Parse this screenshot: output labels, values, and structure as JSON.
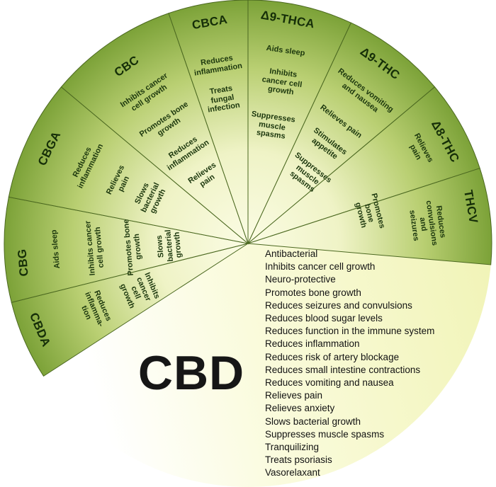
{
  "wheel": {
    "sectors": [
      {
        "name": "Δ9-THCA",
        "effects": [
          "Aids sleep",
          "Inhibits\ncancer cell\ngrowth",
          "Suppresses\nmuscle\nspasms"
        ]
      },
      {
        "name": "Δ9-THC",
        "effects": [
          "Reduces vomiting\nand nausea",
          "Relieves pain",
          "Stimulates\nappetite",
          "Suppresses\nmuscle\nspasms"
        ]
      },
      {
        "name": "Δ8-THC",
        "effects": [
          "Relieves\npain"
        ]
      },
      {
        "name": "THCV",
        "effects": [
          "Reduces\nconvulsions\nand\nseizures",
          "Promotes\nbone\ngrowth"
        ]
      },
      {
        "name": "CBD",
        "effects": [
          "Antibacterial",
          "Inhibits cancer cell growth",
          "Neuro-protective",
          "Promotes bone growth",
          "Reduces seizures and convulsions",
          "Reduces blood sugar levels",
          "Reduces function in the immune system",
          "Reduces inflammation",
          "Reduces risk of artery blockage",
          "Reduces small intestine contractions",
          "Reduces vomiting and nausea",
          "Relieves pain",
          "Relieves anxiety",
          "Slows bacterial growth",
          "Suppresses muscle spasms",
          "Tranquilizing",
          "Treats psoriasis",
          "Vasorelaxant"
        ]
      },
      {
        "name": "CBDA",
        "effects": [
          "Reduces\ninflamma-\ntion",
          "Inhibits\ncancer\ncell\ngrowth"
        ]
      },
      {
        "name": "CBG",
        "effects": [
          "Aids sleep",
          "Inhibits cancer\ncell growth",
          "Promotes bone\ngrowth",
          "Slows\nbacterial\ngrowth"
        ]
      },
      {
        "name": "CBGA",
        "effects": [
          "Reduces\ninflammation",
          "Relieves\npain",
          "Slows\nbacterial\ngrowth"
        ]
      },
      {
        "name": "CBC",
        "effects": [
          "Inhibits cancer\ncell growth",
          "Promotes bone\ngrowth",
          "Reduces\ninflammation",
          "Relieves\npain"
        ]
      },
      {
        "name": "CBCA",
        "effects": [
          "Reduces\ninflammation",
          "Treats\nfungal\ninfection"
        ]
      }
    ],
    "colors": {
      "outer_green": "#7ca238",
      "mid_green": "#b9cf72",
      "pale_center": "#fafce2",
      "cbd_fill": "#f1f4b8",
      "divider": "#4b6820",
      "name_text": "#152e08",
      "effect_text": "#1d380e",
      "cbd_text": "#121212"
    }
  }
}
